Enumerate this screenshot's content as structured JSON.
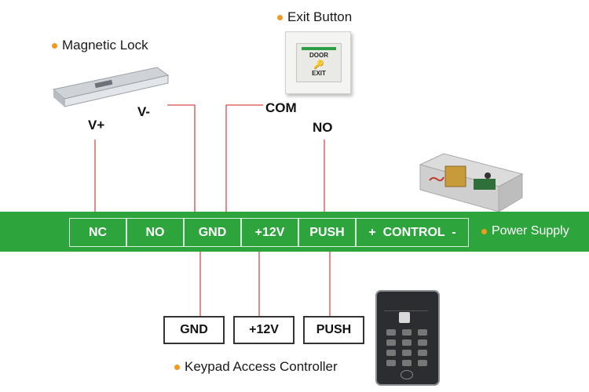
{
  "captions": {
    "magnetic_lock": "Magnetic Lock",
    "exit_button": "Exit Button",
    "power_supply": "Power Supply",
    "keypad": "Keypad Access Controller"
  },
  "exit_button_text": {
    "line1": "DOOR",
    "line2": "EXIT"
  },
  "wire_labels": {
    "v_plus": "V+",
    "v_minus": "V-",
    "com": "COM",
    "no": "NO"
  },
  "terminals": [
    "NC",
    "NO",
    "GND",
    "+12V",
    "PUSH",
    "+  CONTROL  -"
  ],
  "keypad_terminals": [
    "GND",
    "+12V",
    "PUSH"
  ],
  "colors": {
    "band": "#2ea43c",
    "wire": "#d94a4a",
    "bullet": "#f29a1e"
  }
}
